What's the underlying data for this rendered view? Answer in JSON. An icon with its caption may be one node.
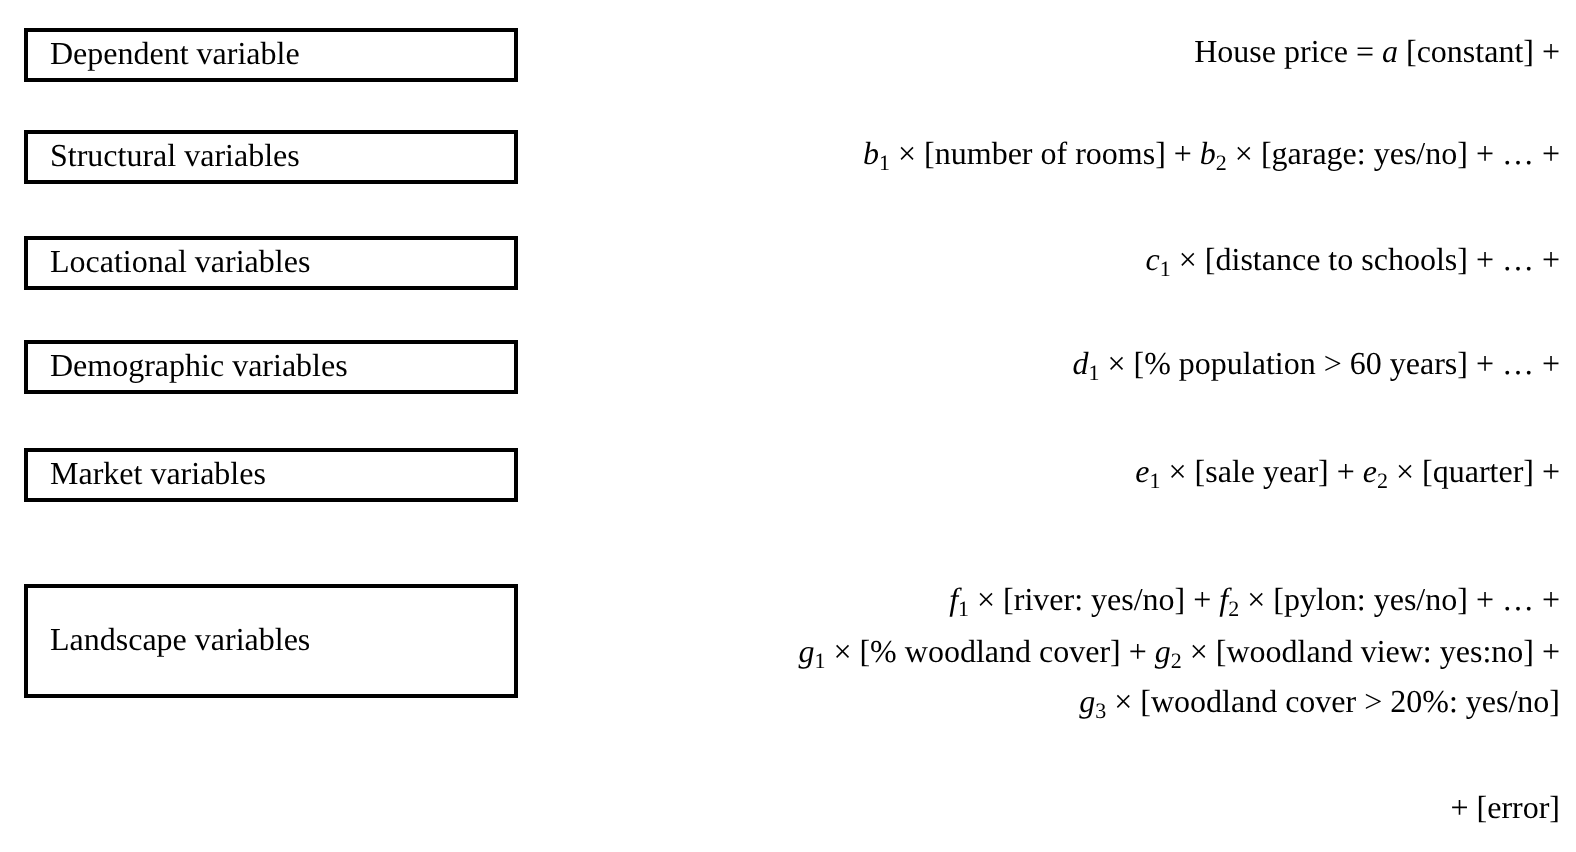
{
  "diagram": {
    "nodes": [
      {
        "text": [
          "Dependent variable"
        ]
      },
      {
        "text": [
          "Structural variables"
        ]
      },
      {
        "text": [
          "Locational variables"
        ]
      },
      {
        "text": [
          "Demographic variables"
        ]
      },
      {
        "text": [
          "Market variables"
        ]
      },
      {
        "text": [
          "Landscape variables"
        ]
      }
    ],
    "labels": [
      "House price = *a* [constant] +",
      "*b*$_{1}$ × [number of rooms] + *b*$_{2}$ × [garage: yes/no] + … +",
      "*c*$_{1}$ × [distance to schools] + … +",
      "*d*$_{1}$ × [% population > 60 years] + … +",
      "*e*$_{1}$ × [sale year] + *e*$_{2}$ × [quarter] +",
      "*f*$_{1}$ × [river: yes/no] + *f*$_{2}$ × [pylon: yes/no] + … +",
      "*g*$_{1}$ × [% woodland cover] + *g*$_{2}$ × [woodland view: yes:no] +",
      "*g*$_{3}$ × [woodland cover > 20%: yes/no]",
      "+ [error]"
    ]
  }
}
